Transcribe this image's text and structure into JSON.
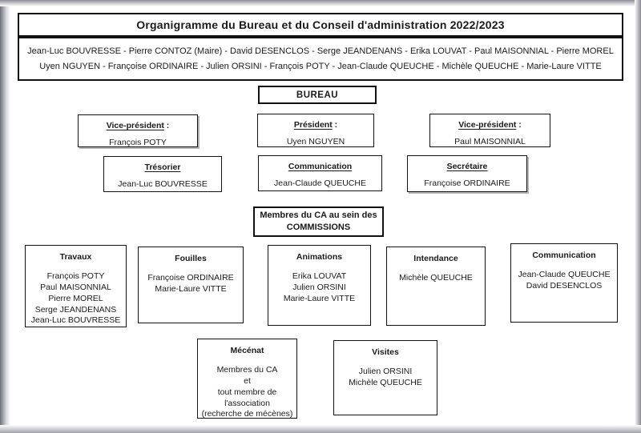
{
  "header": {
    "title": "Organigramme du Bureau et du Conseil d'administration 2022/2023",
    "council_line1": "Jean-Luc BOUVRESSE - Pierre CONTOZ (Maire) - David DESENCLOS - Serge JEANDENANS - Erika LOUVAT - Paul MAISONNIAL - Pierre MOREL",
    "council_line2": "Uyen NGUYEN - Françoise ORDINAIRE - Julien ORSINI - François POTY - Jean-Claude QUEUCHE - Michèle QUEUCHE - Marie-Laure VITTE"
  },
  "bureau": {
    "label": "BUREAU",
    "roles": [
      {
        "title": "Vice-président",
        "suffix": " :",
        "name": "François POTY"
      },
      {
        "title": "Président",
        "suffix": " :",
        "name": "Uyen NGUYEN"
      },
      {
        "title": "Vice-président",
        "suffix": " :",
        "name": "Paul MAISONNIAL"
      },
      {
        "title": "Trésorier",
        "suffix": "",
        "name": "Jean-Luc BOUVRESSE"
      },
      {
        "title": "Communication",
        "suffix": "",
        "name": "Jean-Claude QUEUCHE"
      },
      {
        "title": "Secrétaire",
        "suffix": "",
        "name": "Françoise ORDINAIRE"
      }
    ]
  },
  "commissions": {
    "header_line1": "Membres du CA au sein des",
    "header_line2": "COMMISSIONS",
    "groups": [
      {
        "title": "Travaux",
        "members": [
          "François POTY",
          "Paul MAISONNIAL",
          "Pierre MOREL",
          "Serge JEANDENANS",
          "Jean-Luc BOUVRESSE"
        ]
      },
      {
        "title": "Fouilles",
        "members": [
          "Françoise ORDINAIRE",
          "Marie-Laure VITTE"
        ]
      },
      {
        "title": "Animations",
        "members": [
          "Erika LOUVAT",
          "Julien ORSINI",
          "Marie-Laure VITTE"
        ]
      },
      {
        "title": "Intendance",
        "members": [
          "Michèle QUEUCHE"
        ]
      },
      {
        "title": "Communication",
        "members": [
          "Jean-Claude QUEUCHE",
          "David DESENCLOS"
        ]
      },
      {
        "title": "Mécénat",
        "members": [
          "Membres du CA",
          "et",
          "tout membre de",
          "l'association",
          "(recherche de mécènes)"
        ]
      },
      {
        "title": "Visites",
        "members": [
          "Julien ORSINI",
          "Michèle QUEUCHE"
        ]
      }
    ]
  }
}
